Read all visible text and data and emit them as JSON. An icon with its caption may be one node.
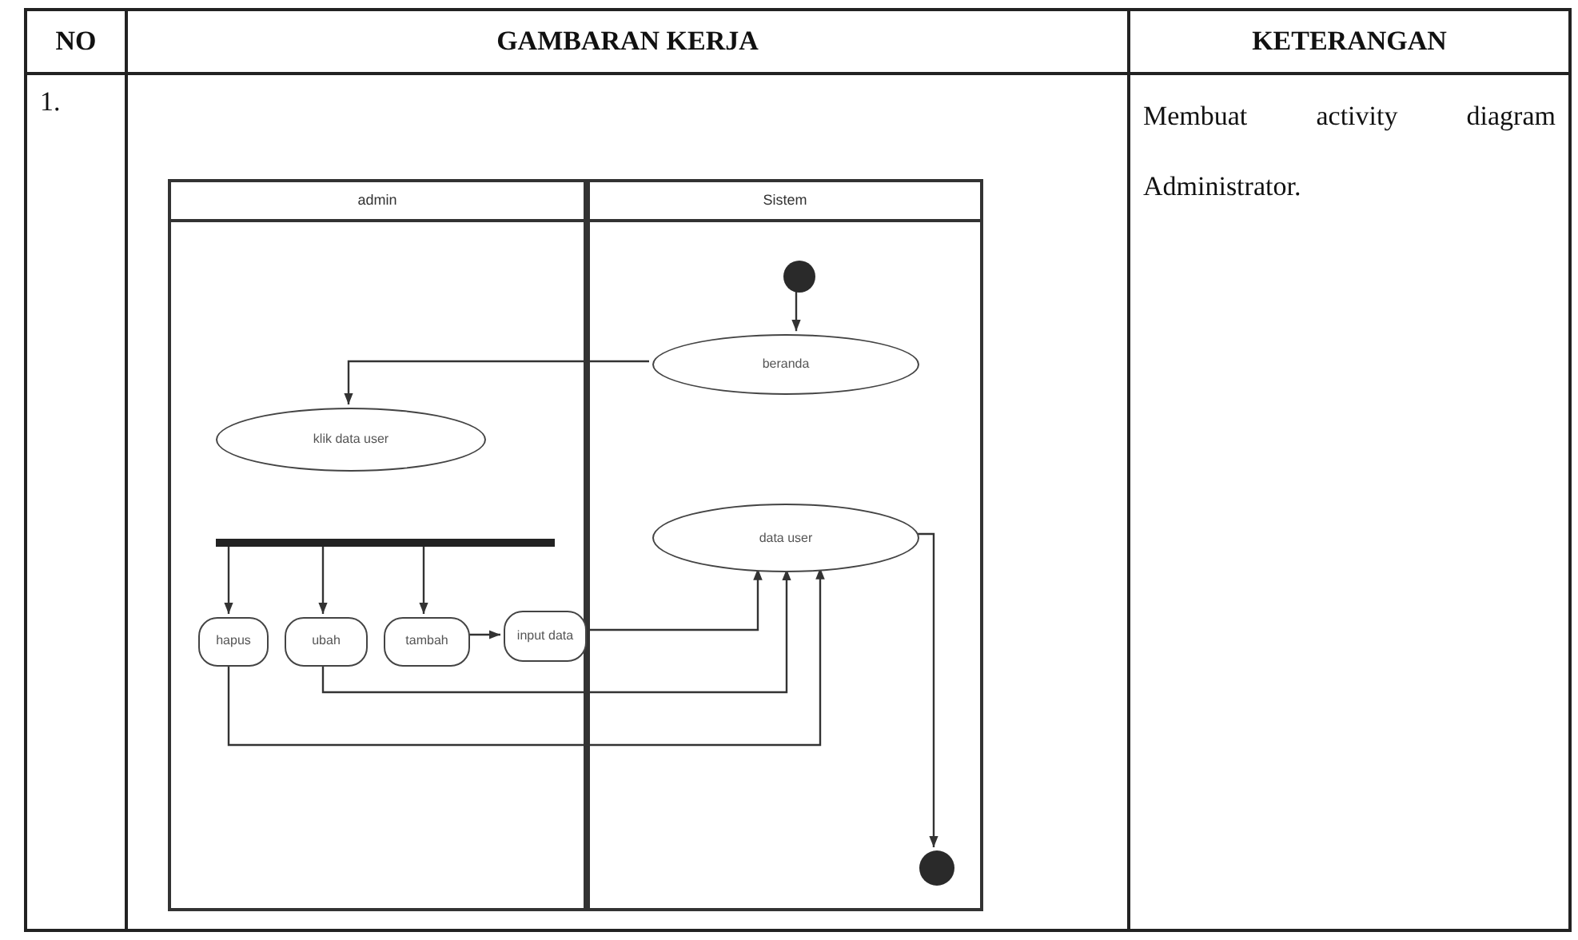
{
  "diagram": {
    "nodes": [
      {
        "text": [
          "admin"
        ]
      },
      {
        "text": [
          "Sistem"
        ]
      },
      {
        "text": [],
        "shape": "circle",
        "in": 1
      },
      {
        "text": [
          "beranda"
        ],
        "in": 1
      },
      {
        "text": [
          "klik data user"
        ],
        "in": 0
      },
      {
        "text": [],
        "shape": "bar",
        "in": 0
      },
      {
        "text": [
          "hapus"
        ],
        "in": 0
      },
      {
        "text": [
          "ubah"
        ],
        "in": 0
      },
      {
        "text": [
          "tambah"
        ],
        "in": 0
      },
      {
        "text": [
          "input data"
        ],
        "in": 0
      },
      {
        "text": [
          "data user"
        ],
        "in": 1
      },
      {
        "text": [],
        "shape": "circle",
        "in": 1
      }
    ],
    "edges": [
      {
        "from": 2,
        "to": 3,
        "arrow": "to"
      },
      {
        "from": 3,
        "to": 4,
        "arrow": "to"
      },
      {
        "from": 5,
        "to": 6,
        "arrow": "to"
      },
      {
        "from": 5,
        "to": 7,
        "arrow": "to"
      },
      {
        "from": 5,
        "to": 8,
        "arrow": "to"
      },
      {
        "from": 8,
        "to": 9,
        "arrow": "to"
      },
      {
        "from": 9,
        "to": 10,
        "arrow": "to"
      },
      {
        "from": 7,
        "to": 10,
        "arrow": "to"
      },
      {
        "from": 6,
        "to": 10,
        "arrow": "to"
      },
      {
        "from": 10,
        "to": 11,
        "arrow": "to"
      }
    ],
    "labels": [
      "NO",
      "GAMBARAN KERJA",
      "KETERANGAN",
      "1.",
      "Membuat activity diagram Administrator."
    ]
  }
}
